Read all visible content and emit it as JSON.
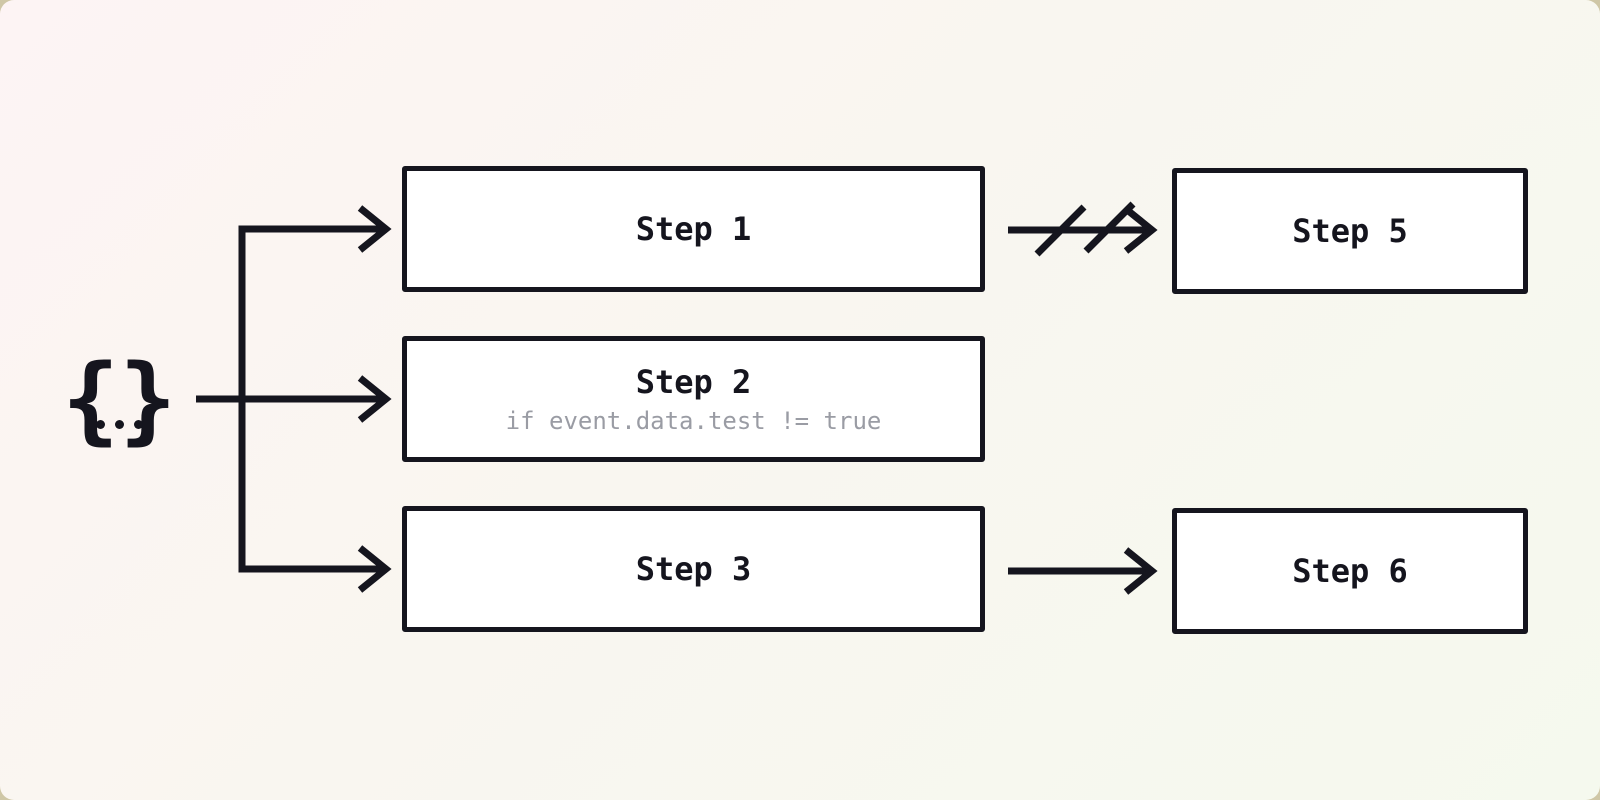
{
  "diagram": {
    "description": "Workflow fan-out diagram: an event object branches to Step 1, Step 2 and Step 3; Step 1 to Step 5 is a cancelled (slashed) arrow; Step 3 leads to Step 6",
    "colors": {
      "ink": "#15151e",
      "node_background": "#ffffff",
      "condition_text": "#9a9ca4",
      "background_gradient_start": "#fdf4f4",
      "background_gradient_end": "#f5f9ee",
      "outer_background": "#cfc7a6"
    },
    "source": {
      "icon": "json-braces-icon",
      "left_brace": "{",
      "right_brace": "}"
    },
    "nodes": {
      "step1": {
        "label": "Step 1"
      },
      "step2": {
        "label": "Step 2",
        "condition": "if event.data.test != true"
      },
      "step3": {
        "label": "Step 3"
      },
      "step5": {
        "label": "Step 5"
      },
      "step6": {
        "label": "Step 6"
      }
    },
    "edges": [
      {
        "from": "source",
        "to": "step1",
        "type": "arrow"
      },
      {
        "from": "source",
        "to": "step2",
        "type": "arrow"
      },
      {
        "from": "source",
        "to": "step3",
        "type": "arrow"
      },
      {
        "from": "step1",
        "to": "step5",
        "type": "cancelled-arrow"
      },
      {
        "from": "step3",
        "to": "step6",
        "type": "arrow"
      }
    ]
  }
}
